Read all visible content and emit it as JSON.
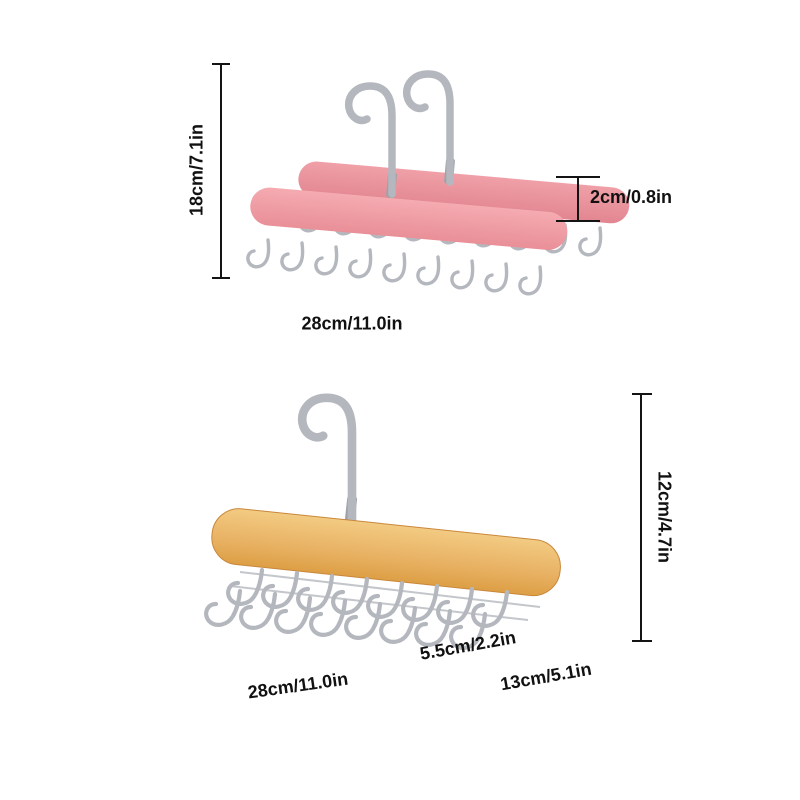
{
  "figure": {
    "background": "#ffffff",
    "colors": {
      "pink": "#f09da4",
      "pink-dark": "#e8919a",
      "wood-light": "#f2cb82",
      "wood-dark": "#dd9f45",
      "chrome": "#b4b8be",
      "chrome-dark": "#9ea2a8",
      "dim": "#141414"
    }
  },
  "top_figure": {
    "labels": {
      "height": "18cm/7.1in",
      "thickness": "2cm/0.8in",
      "width": "28cm/11.0in"
    }
  },
  "bottom_figure": {
    "labels": {
      "height": "12cm/4.7in",
      "hook": "5.5cm/2.2in",
      "depth": "13cm/5.1in",
      "width": "28cm/11.0in"
    }
  }
}
